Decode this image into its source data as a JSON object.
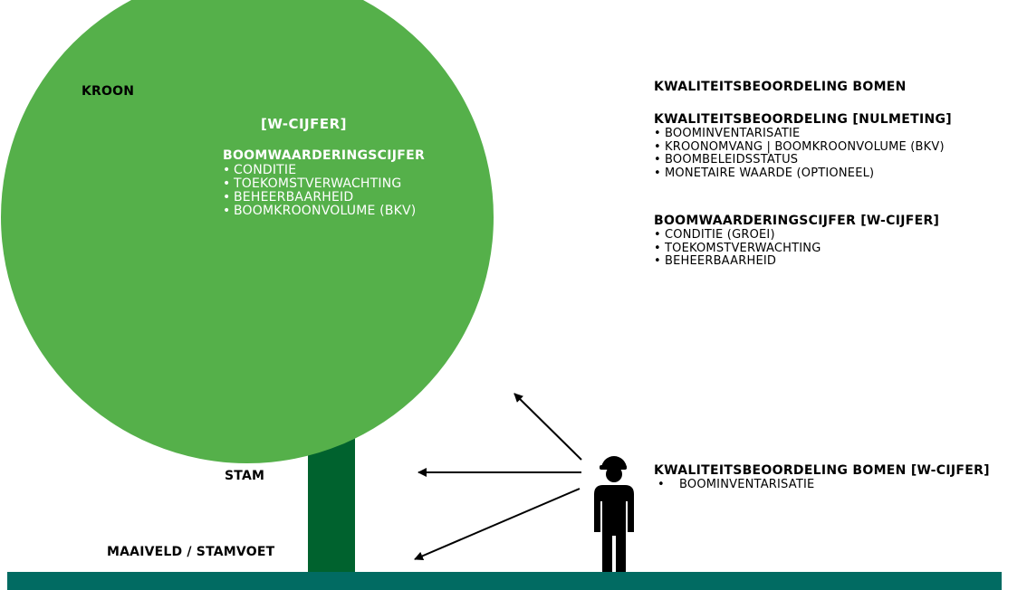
{
  "colors": {
    "crown": "#55b04a",
    "trunk": "#00622e",
    "ground": "#016b62",
    "person": "#000000",
    "crown_text": "#ffffff"
  },
  "labels": {
    "kroon": "KROON",
    "stam": "STAM",
    "maaiveld": "MAAIVELD / STAMVOET"
  },
  "crown": {
    "title": "[W-CIJFER]",
    "subtitle": "BOOMWAARDERINGSCIJFER",
    "items": [
      "CONDITIE",
      "TOEKOMSTVERWACHTING",
      "BEHEERBAARHEID",
      "BOOMKROONVOLUME (BKV)"
    ]
  },
  "info": {
    "main_title": "KWALITEITSBEOORDELING BOMEN",
    "nulmeting": {
      "title": "KWALITEITSBEOORDELING [NULMETING]",
      "items": [
        "BOOMINVENTARISATIE",
        "KROONOMVANG | BOOMKROONVOLUME (BKV)",
        "BOOMBELEIDSSTATUS",
        "MONETAIRE WAARDE (OPTIONEEL)"
      ]
    },
    "wcijfer": {
      "title": "BOOMWAARDERINGSCIJFER [W-CIJFER]",
      "items": [
        "CONDITIE (GROEI)",
        "TOEKOMSTVERWACHTING",
        "BEHEERBAARHEID"
      ]
    }
  },
  "person_info": {
    "title": "KWALITEITSBEOORDELING BOMEN [W-CIJFER]",
    "items": [
      "BOOMINVENTARISATIE"
    ]
  }
}
